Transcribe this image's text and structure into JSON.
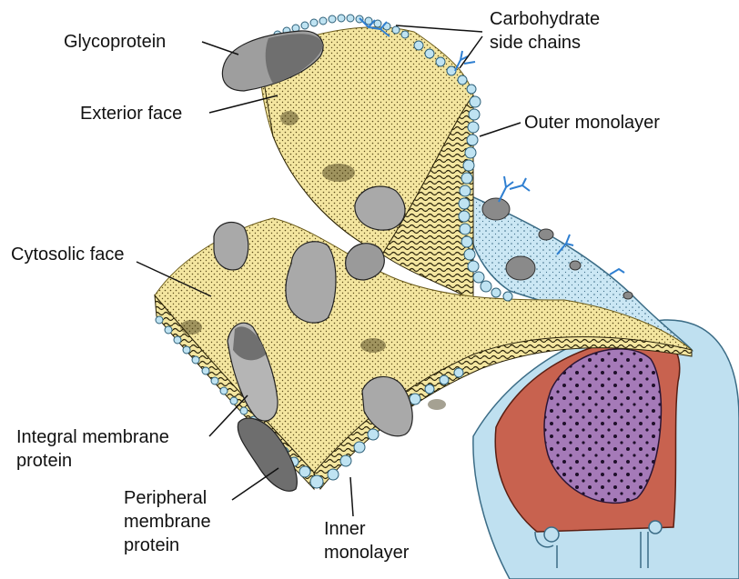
{
  "labels": {
    "glycoprotein": "Glycoprotein",
    "carbohydrate_line1": "Carbohydrate",
    "carbohydrate_line2": "side chains",
    "exterior_face": "Exterior face",
    "outer_monolayer": "Outer monolayer",
    "cytosolic_face": "Cytosolic face",
    "integral_line1": "Integral membrane",
    "integral_line2": "protein",
    "peripheral_line1": "Peripheral",
    "peripheral_line2": "membrane",
    "peripheral_line3": "protein",
    "inner_line1": "Inner",
    "inner_line2": "monolayer"
  },
  "colors": {
    "membrane_face": "#f4e6a0",
    "head_group": "#bfe3f2",
    "cytoplasm": "#bfe0f0",
    "nucleus_envelope": "#c8624f",
    "nucleus": "#a57ab8",
    "protein": "#a9a9a9",
    "protein_dark": "#6f6f6f",
    "carbohydrate": "#2f7fd1",
    "leader_line": "#111111"
  }
}
